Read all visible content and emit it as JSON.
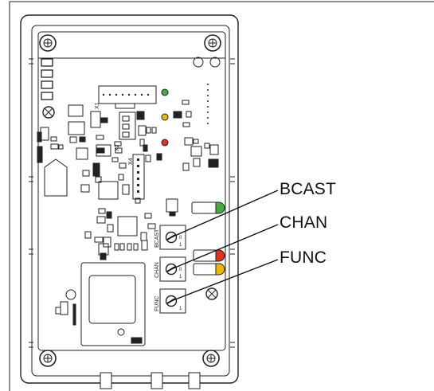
{
  "callouts": {
    "bcast": "BCAST",
    "chan": "CHAN",
    "func": "FUNC"
  },
  "silkscreen": {
    "switch1": "BCAST",
    "switch2": "CHAN",
    "switch3": "FUNC",
    "pos_zero": "0",
    "pos_one": "1",
    "x1": "X1",
    "x2": "X2",
    "x4": "X4"
  },
  "colors": {
    "led_green": "#3fae3f",
    "led_yellow": "#f2b705",
    "led_red": "#e0301e",
    "outline": "#222222"
  }
}
